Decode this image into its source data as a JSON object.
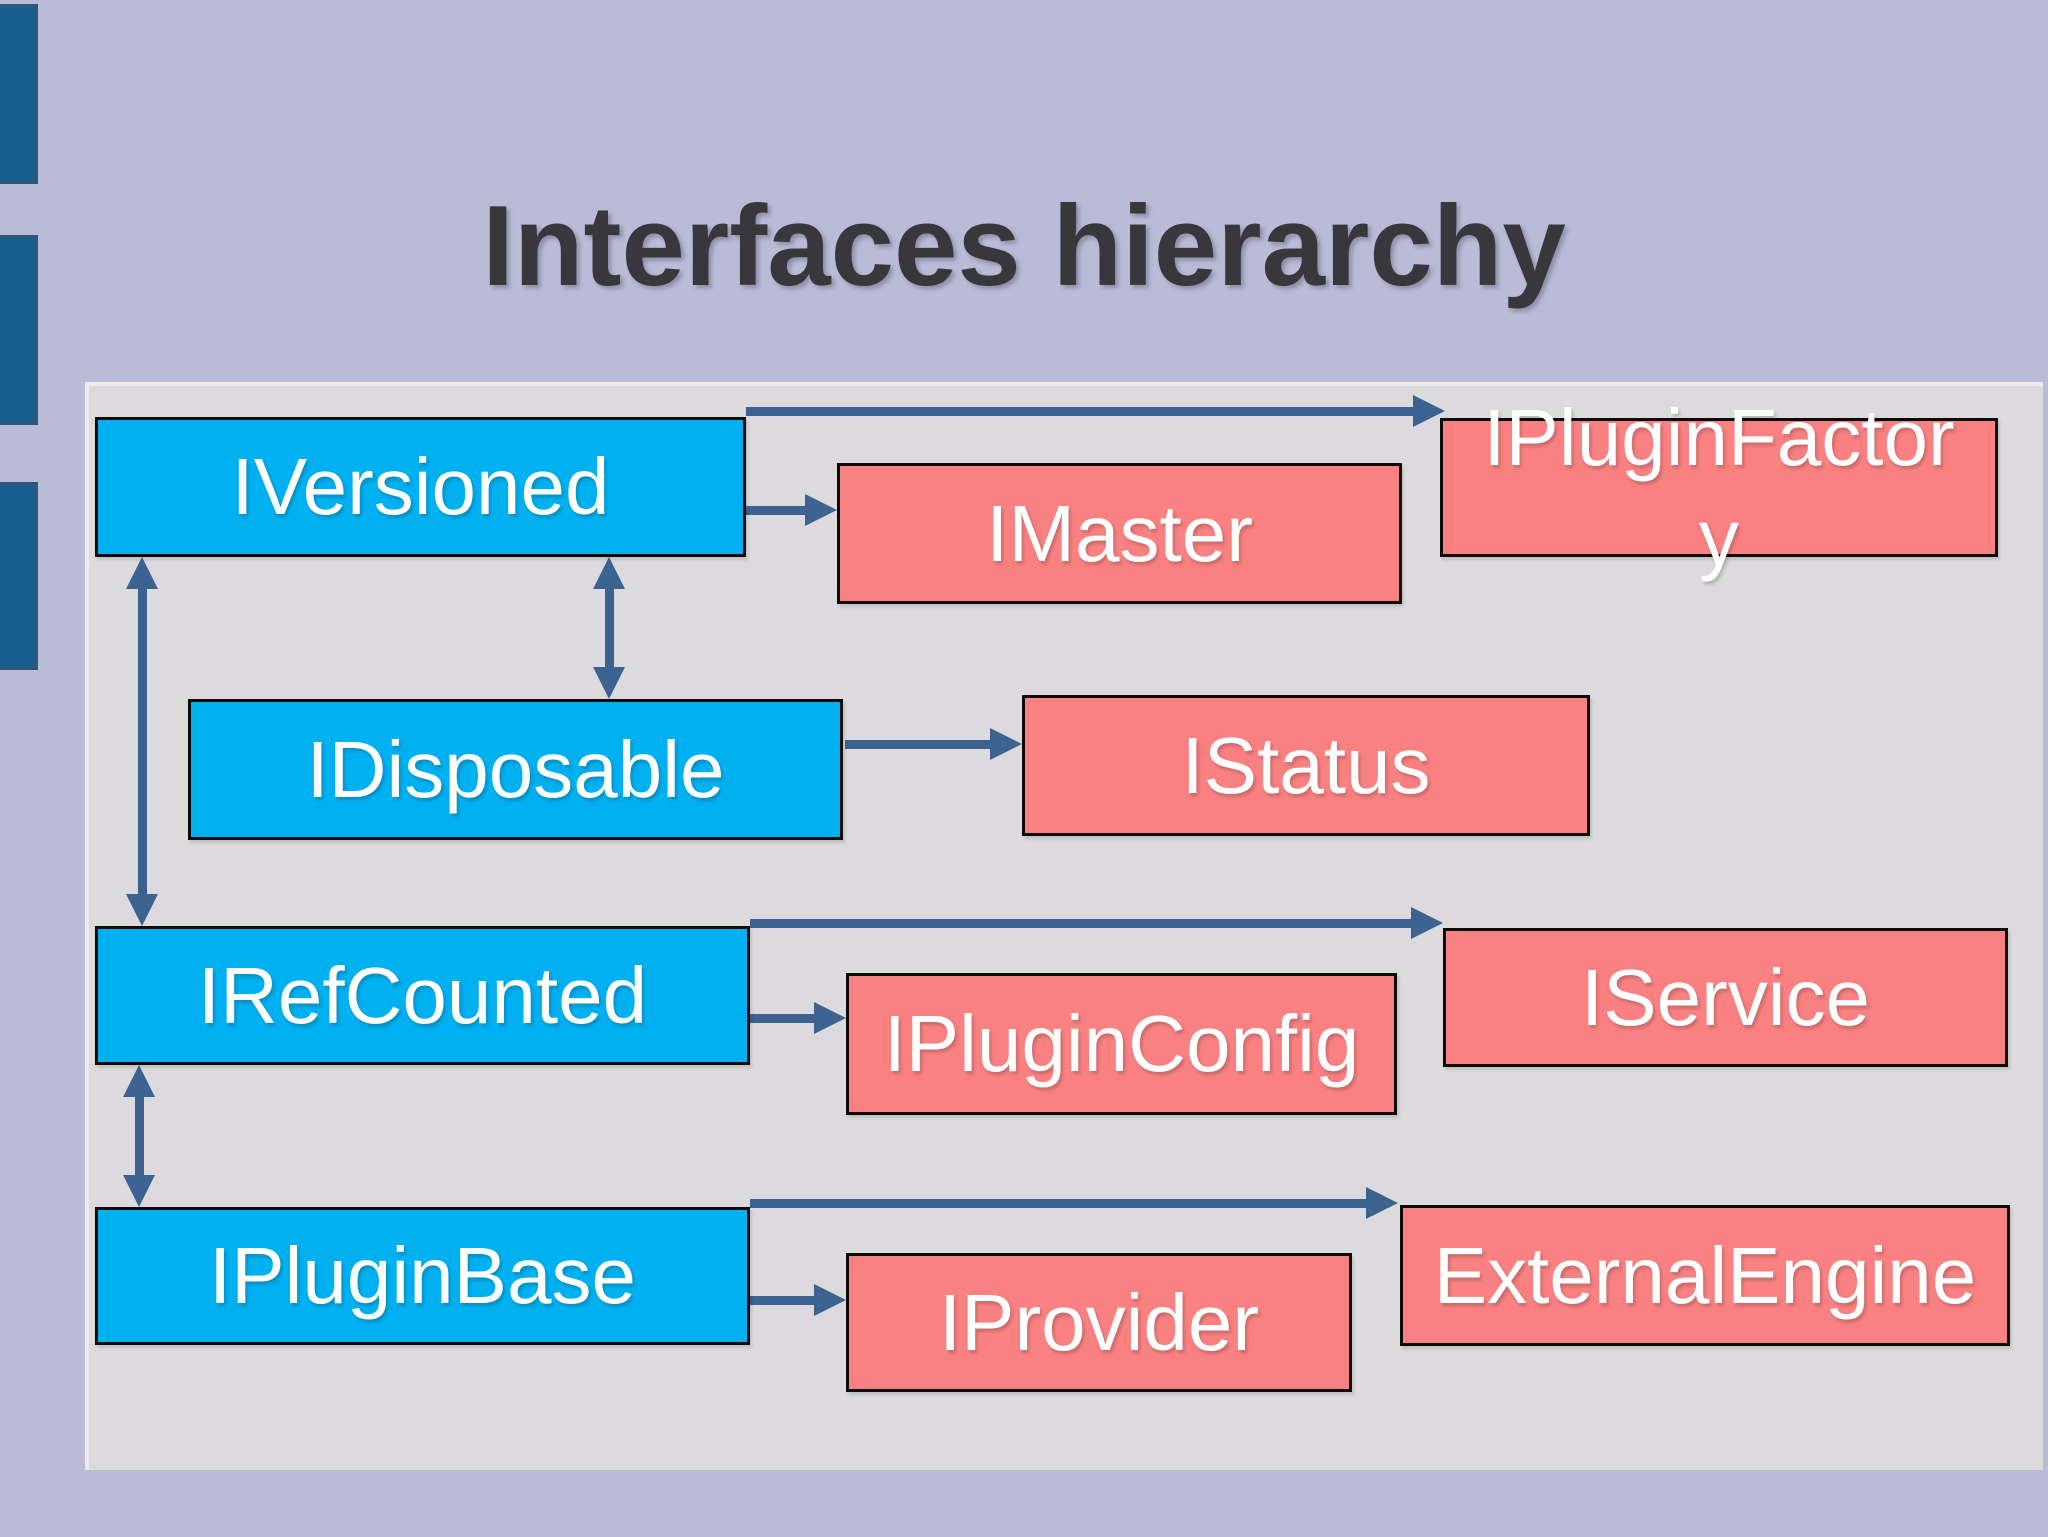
{
  "slide": {
    "title": "Interfaces hierarchy"
  },
  "colors": {
    "background": "#b9bbd7",
    "panel": "#dcdadc",
    "base_interface_fill": "#00b0f0",
    "derived_interface_fill": "#f98181",
    "arrow": "#3c6390",
    "sidebar_marker": "#175e90",
    "title_text": "#38383c",
    "node_text": "#ffffff"
  },
  "nodes": {
    "iversioned": {
      "label": "IVersioned"
    },
    "imaster": {
      "label": "IMaster"
    },
    "ipluginfactory": {
      "label": "IPluginFactory",
      "lines": [
        "IPluginFactor",
        "y"
      ]
    },
    "idisposable": {
      "label": "IDisposable"
    },
    "istatus": {
      "label": "IStatus"
    },
    "irefcounted": {
      "label": "IRefCounted"
    },
    "ipluginconfig": {
      "label": "IPluginConfig"
    },
    "iservice": {
      "label": "IService"
    },
    "ipluginbase": {
      "label": "IPluginBase"
    },
    "iprovider": {
      "label": "IProvider"
    },
    "externalengine": {
      "label": "ExternalEngine"
    }
  }
}
